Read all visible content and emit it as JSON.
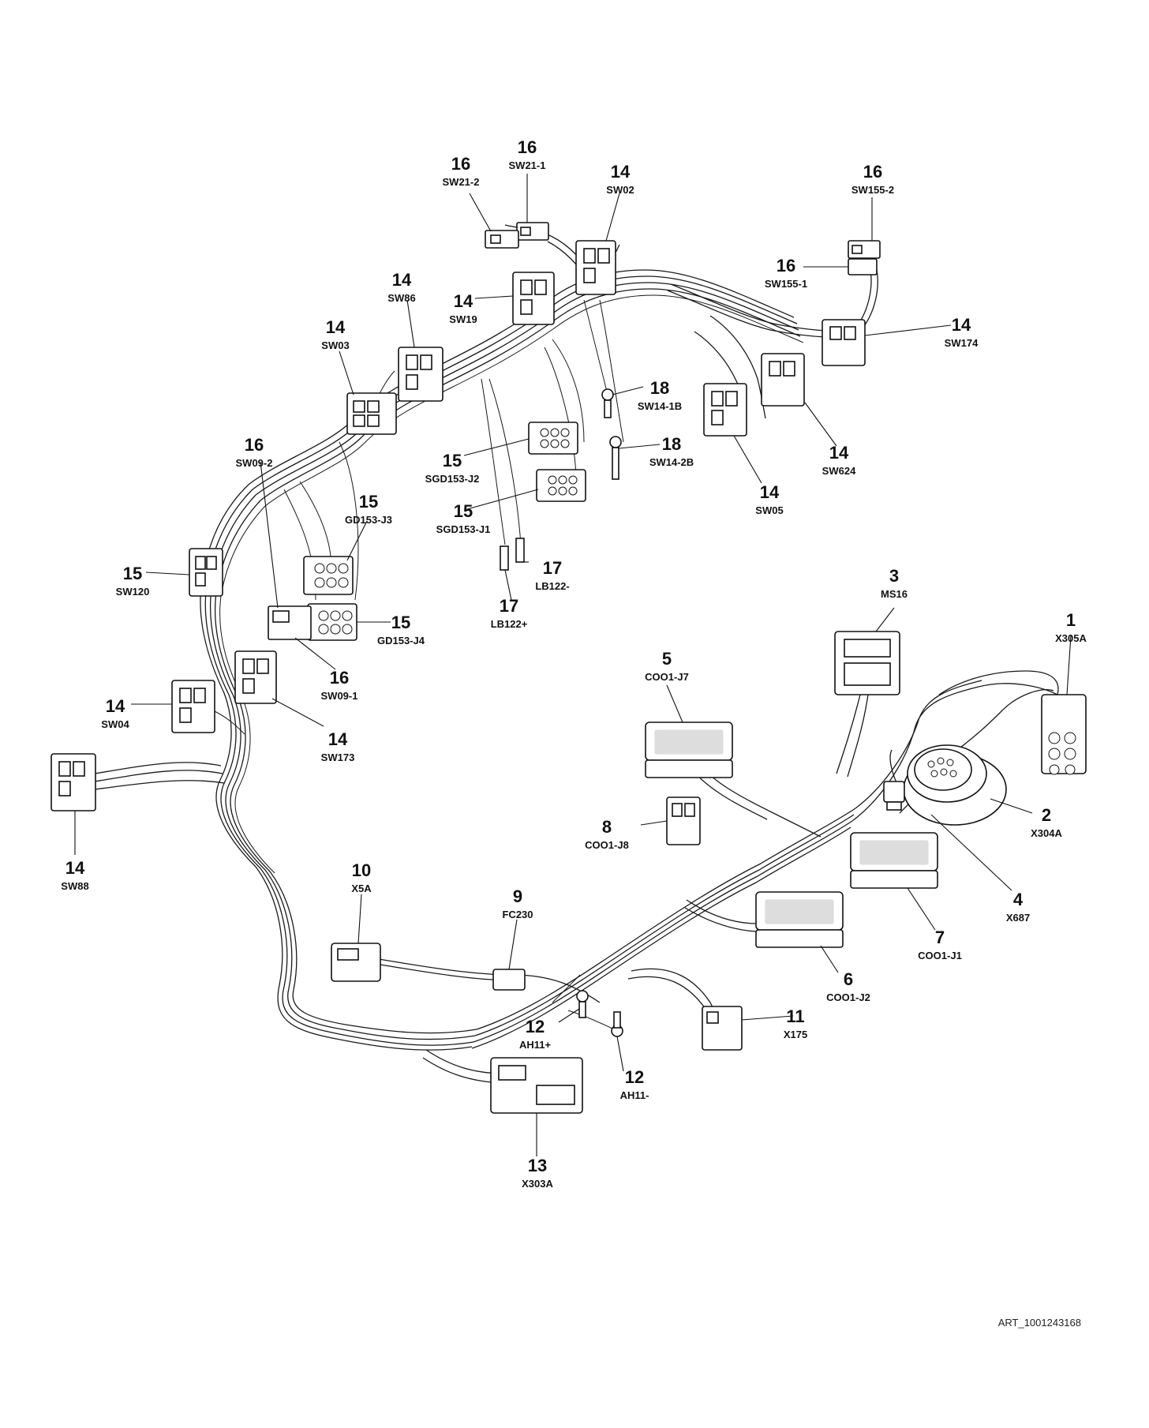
{
  "callouts": [
    {
      "num": "16",
      "code": "SW21-1"
    },
    {
      "num": "16",
      "code": "SW21-2"
    },
    {
      "num": "14",
      "code": "SW02"
    },
    {
      "num": "16",
      "code": "SW155-2"
    },
    {
      "num": "16",
      "code": "SW155-1"
    },
    {
      "num": "14",
      "code": "SW174"
    },
    {
      "num": "14",
      "code": "SW86"
    },
    {
      "num": "14",
      "code": "SW19"
    },
    {
      "num": "14",
      "code": "SW03"
    },
    {
      "num": "18",
      "code": "SW14-1B"
    },
    {
      "num": "18",
      "code": "SW14-2B"
    },
    {
      "num": "14",
      "code": "SW624"
    },
    {
      "num": "14",
      "code": "SW05"
    },
    {
      "num": "15",
      "code": "SGD153-J2"
    },
    {
      "num": "15",
      "code": "SGD153-J1"
    },
    {
      "num": "16",
      "code": "SW09-2"
    },
    {
      "num": "15",
      "code": "GD153-J3"
    },
    {
      "num": "15",
      "code": "SW120"
    },
    {
      "num": "17",
      "code": "LB122-"
    },
    {
      "num": "17",
      "code": "LB122+"
    },
    {
      "num": "15",
      "code": "GD153-J4"
    },
    {
      "num": "3",
      "code": "MS16"
    },
    {
      "num": "1",
      "code": "X305A"
    },
    {
      "num": "5",
      "code": "COO1-J7"
    },
    {
      "num": "16",
      "code": "SW09-1"
    },
    {
      "num": "14",
      "code": "SW04"
    },
    {
      "num": "14",
      "code": "SW173"
    },
    {
      "num": "2",
      "code": "X304A"
    },
    {
      "num": "8",
      "code": "COO1-J8"
    },
    {
      "num": "14",
      "code": "SW88"
    },
    {
      "num": "4",
      "code": "X687"
    },
    {
      "num": "10",
      "code": "X5A"
    },
    {
      "num": "9",
      "code": "FC230"
    },
    {
      "num": "7",
      "code": "COO1-J1"
    },
    {
      "num": "6",
      "code": "COO1-J2"
    },
    {
      "num": "11",
      "code": "X175"
    },
    {
      "num": "12",
      "code": "AH11+"
    },
    {
      "num": "12",
      "code": "AH11-"
    },
    {
      "num": "13",
      "code": "X303A"
    }
  ],
  "art_id": "ART_1001243168"
}
